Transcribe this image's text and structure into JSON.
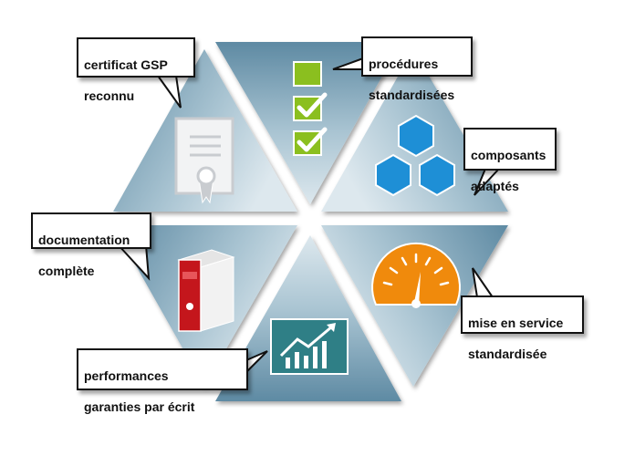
{
  "colors": {
    "segment_light": "#d3e2ea",
    "segment_mid": "#93b4c5",
    "segment_dark": "#5e8aa3",
    "check_green": "#8bbf1f",
    "hex_blue": "#1e8fd6",
    "gauge_orange": "#f08a0c",
    "binder_red": "#c4161c",
    "chart_teal": "#2f7f86",
    "certificate_grey": "#c9ccd0"
  },
  "icons": {
    "top": "checklist-icon",
    "top_right": "hexagons-icon",
    "bottom_right": "gauge-icon",
    "bottom": "trend-chart-icon",
    "bottom_left": "binder-icon",
    "top_left": "certificate-icon"
  },
  "callouts": {
    "certificate": {
      "line1": "certificat GSP",
      "line2": "reconnu"
    },
    "procedures": {
      "line1": "procédures",
      "line2": "standardisées"
    },
    "components": {
      "line1": "composants",
      "line2": "adaptés"
    },
    "documentation": {
      "line1": "documentation",
      "line2": "complète"
    },
    "commissioning": {
      "line1": "mise en service",
      "line2": "standardisée"
    },
    "performance": {
      "line1": "performances",
      "line2": "garanties par écrit"
    }
  }
}
